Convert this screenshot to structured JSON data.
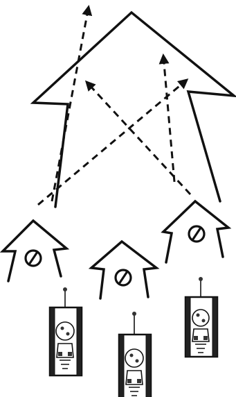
{
  "diagram": {
    "description_free": true,
    "elements": {
      "large_arrow": "up-arrow-outline",
      "small_arrows": [
        "up-arrow-outline",
        "up-arrow-outline",
        "up-arrow-outline"
      ],
      "crossing_paths": "dashed-arrows",
      "units": [
        "tank",
        "tank",
        "tank"
      ],
      "unit_symbol": "circle-slash"
    },
    "colors": {
      "ink": "#111111",
      "background": "#ffffff"
    }
  }
}
